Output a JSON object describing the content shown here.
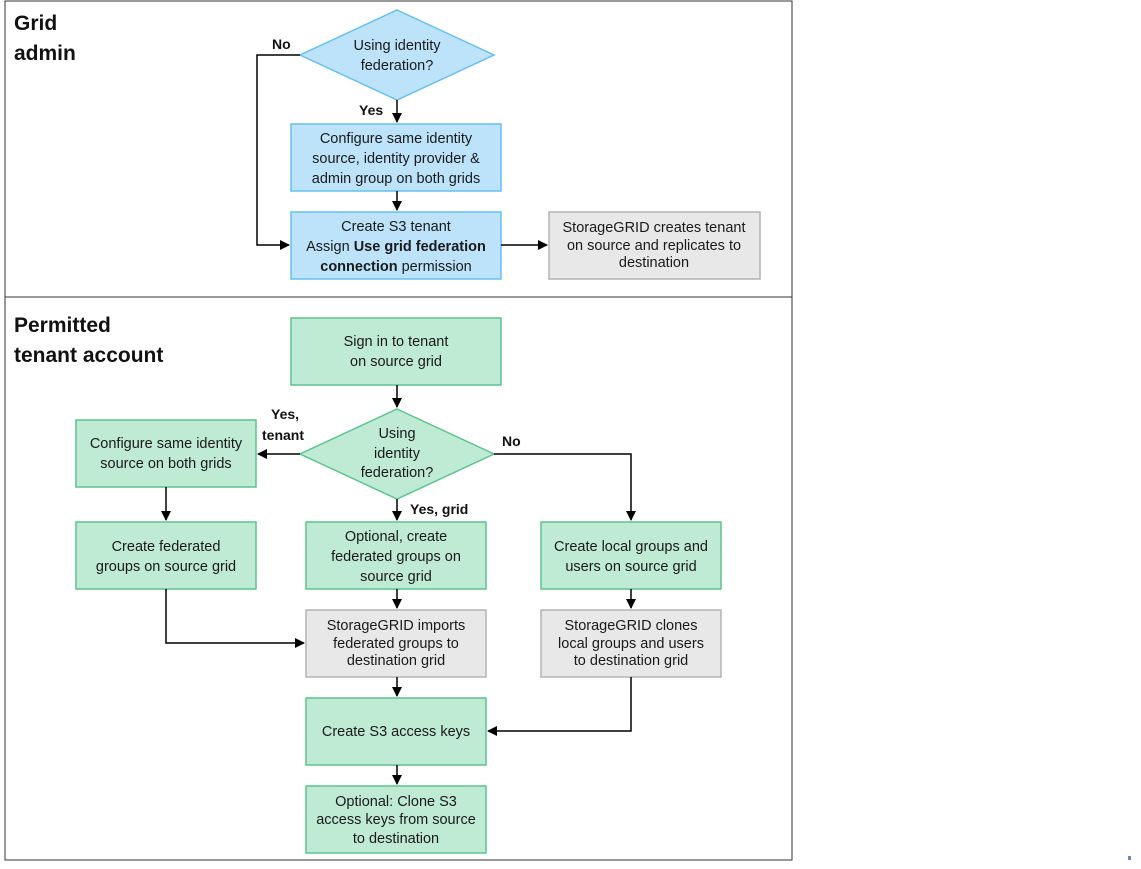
{
  "lanes": {
    "grid_admin": {
      "title_line1": "Grid",
      "title_line2": "admin"
    },
    "tenant": {
      "title_line1": "Permitted",
      "title_line2": "tenant account"
    }
  },
  "nodes": {
    "decision_admin": {
      "line1": "Using  identity",
      "line2": "federation?"
    },
    "configure_admin": {
      "line1": "Configure same identity",
      "line2": "source, identity provider &",
      "line3": "admin group on both grids"
    },
    "create_tenant": {
      "line1": "Create S3 tenant",
      "line2_pre": "Assign ",
      "line2_bold": "Use grid federation",
      "line3_bold": "connection",
      "line3_post": " permission"
    },
    "replicate_tenant": {
      "line1": "StorageGRID creates tenant",
      "line2": "on source and replicates to",
      "line3": "destination"
    },
    "sign_in": {
      "line1": "Sign in to tenant",
      "line2": "on source grid"
    },
    "decision_tenant": {
      "line1": "Using",
      "line2": "identity",
      "line3": "federation?"
    },
    "configure_tenant": {
      "line1": "Configure same identity",
      "line2": "source on both grids"
    },
    "create_federated": {
      "line1": "Create federated",
      "line2": "groups on source grid"
    },
    "optional_federated": {
      "line1": "Optional, create",
      "line2": "federated groups on",
      "line3": "source grid"
    },
    "create_local": {
      "line1": "Create local groups and",
      "line2": "users on source grid"
    },
    "imports_federated": {
      "line1": "StorageGRID imports",
      "line2": "federated groups to",
      "line3": "destination grid"
    },
    "clones_local": {
      "line1": "StorageGRID clones",
      "line2": "local groups and users",
      "line3": "to destination grid"
    },
    "create_keys": {
      "line1": "Create S3 access keys"
    },
    "clone_keys": {
      "line1": "Optional: Clone S3",
      "line2": "access keys from source",
      "line3": "to destination"
    }
  },
  "edge_labels": {
    "admin_no": "No",
    "admin_yes": "Yes",
    "tenant_yes_tenant_1": "Yes,",
    "tenant_yes_tenant_2": "tenant",
    "tenant_no": "No",
    "tenant_yes_grid": "Yes, grid"
  },
  "colors": {
    "blue_fill": "#bde3fb",
    "blue_stroke": "#65bff0",
    "green_fill": "#bfead4",
    "green_stroke": "#5cc48e",
    "gray_fill": "#e8e8e8",
    "gray_stroke": "#b4b4b4"
  }
}
